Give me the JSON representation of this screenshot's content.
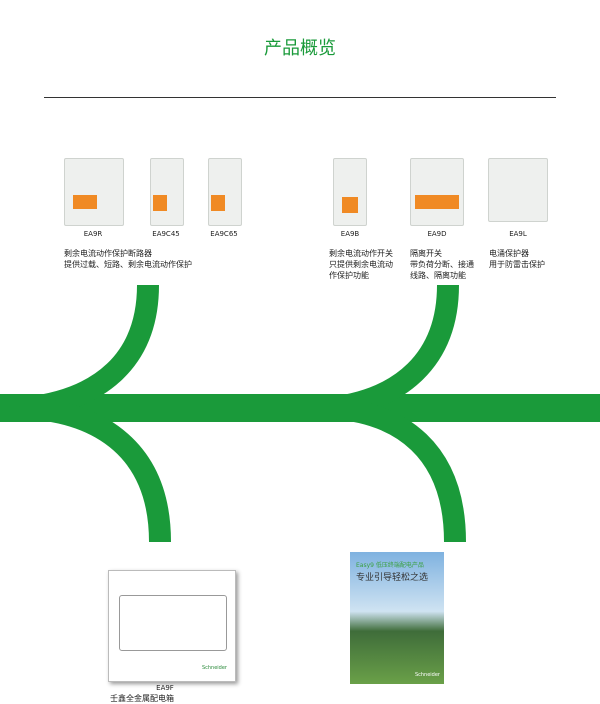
{
  "title": "产品概览",
  "products_top": [
    {
      "model": "EA9R"
    },
    {
      "model": "EA9C45"
    },
    {
      "model": "EA9C65"
    },
    {
      "model": "EA9B"
    },
    {
      "model": "EA9D"
    },
    {
      "model": "EA9L"
    }
  ],
  "desc_left": "剩余电流动作保护断路器\n提供过载、短路、剩余电流动作保护",
  "desc_ea9b": "剩余电流动作开关\n只提供剩余电流动\n作保护功能",
  "desc_ea9d": "隔离开关\n带负荷分断、接通\n线路、隔离功能",
  "desc_ea9l": "电涌保护器\n用于防雷击保护",
  "bottom": {
    "model": "EA9F",
    "desc": "壬鑫全金属配电箱",
    "brochure_line1": "Easy9 低压终端配电产品",
    "brochure_line2": "专业引导轻松之选",
    "brand": "Schneider"
  },
  "colors": {
    "green": "#1a9a3a",
    "orange": "#f08a24"
  }
}
